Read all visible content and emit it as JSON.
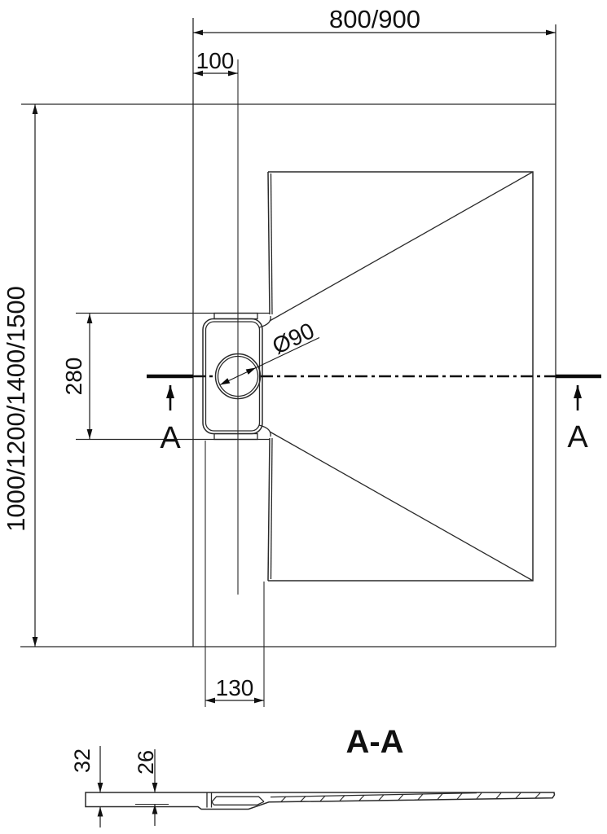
{
  "colors": {
    "background": "#ffffff",
    "line": "#2a2a2a",
    "text": "#111111"
  },
  "plan_view": {
    "dim_width_label": "800/900",
    "dim_drain_offset_label": "100",
    "dim_length_label": "1000/1200/1400/1500",
    "dim_channel_length_label": "280",
    "drain_diameter_label": "Ø90",
    "dim_channel_width_label": "130",
    "section_marker_left": "A",
    "section_marker_right": "A"
  },
  "section_view": {
    "title": "A-A",
    "dim_total_thickness_label": "32",
    "dim_floor_thickness_label": "26"
  }
}
